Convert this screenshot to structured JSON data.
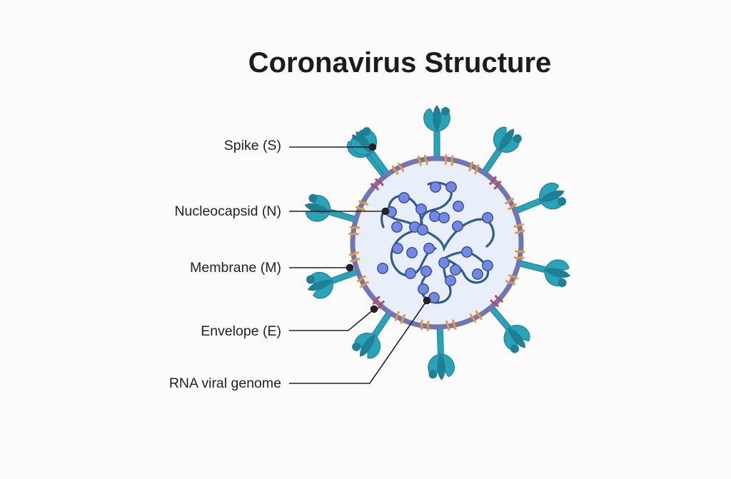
{
  "title": "Coronavirus Structure",
  "labels": {
    "spike": "Spike (S)",
    "nucleocapsid": "Nucleocapsid (N)",
    "membrane": "Membrane (M)",
    "envelope": "Envelope (E)",
    "rna": "RNA viral genome"
  },
  "colors": {
    "spike": "#2aa3b8",
    "spike_dark": "#1e7f95",
    "membrane_ring": "#6f75b5",
    "interior": "#e9effa",
    "membrane_protein": "#e79a3a",
    "envelope_protein": "#c0494f",
    "rna_strand": "#2c5f8f",
    "nucleocapsid_bead": "#7388e0",
    "leader_line": "#222222"
  }
}
